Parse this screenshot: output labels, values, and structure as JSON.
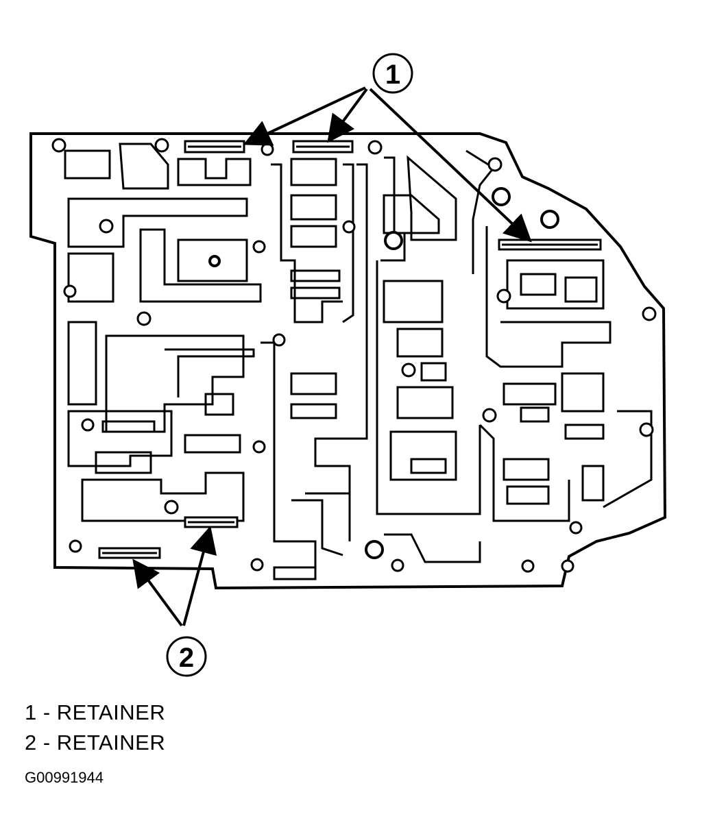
{
  "diagram": {
    "callouts": [
      {
        "number": "1"
      },
      {
        "number": "2"
      }
    ]
  },
  "legend": [
    {
      "text": "1 - RETAINER"
    },
    {
      "text": "2 - RETAINER"
    }
  ],
  "figure_id": "G00991944"
}
